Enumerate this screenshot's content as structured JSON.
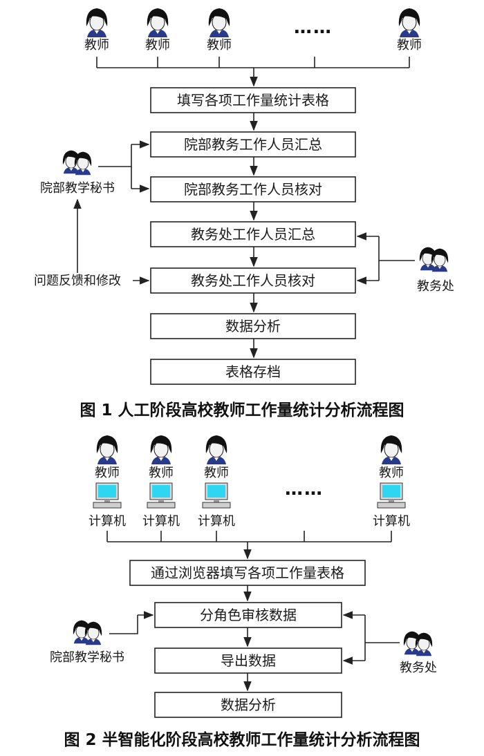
{
  "figure1": {
    "caption": "图 1  人工阶段高校教师工作量统计分析流程图",
    "teacher_label": "教师",
    "ellipsis": "……",
    "steps": [
      "填写各项工作量统计表格",
      "院部教务工作人员汇总",
      "院部教务工作人员核对",
      "教务处工作人员汇总",
      "教务处工作人员核对",
      "数据分析",
      "表格存档"
    ],
    "secretary_label": "院部教学秘书",
    "feedback_label": "问题反馈和修改",
    "office_label": "教务处"
  },
  "figure2": {
    "caption": "图 2  半智能化阶段高校教师工作量统计分析流程图",
    "teacher_label": "教师",
    "computer_label": "计算机",
    "ellipsis": "……",
    "steps": [
      "通过浏览器填写各项工作量表格",
      "分角色审核数据",
      "导出数据",
      "数据分析"
    ],
    "secretary_label": "院部教学秘书",
    "office_label": "教务处"
  },
  "icons": [
    "teacher-icon",
    "people-pair-icon",
    "computer-icon"
  ],
  "colors": {
    "line": "#222222",
    "hair": "#111111",
    "face": "#f2f2f2",
    "shirt": "#2a3a8a",
    "screen": "#2fd6f2"
  }
}
